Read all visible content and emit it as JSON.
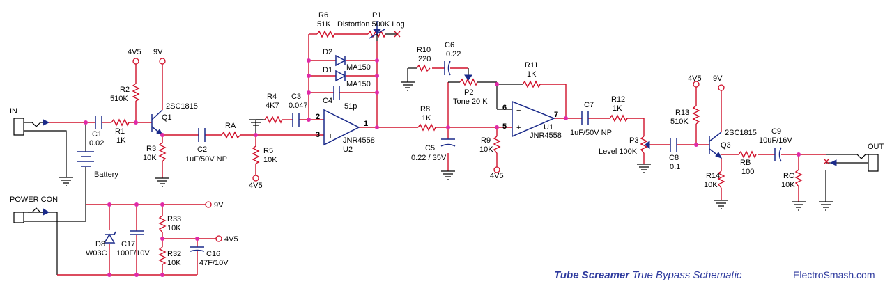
{
  "title": {
    "bold": "Tube Screamer",
    "rest": "True Bypass Schematic"
  },
  "brand": "ElectroSmash.com",
  "connectors": {
    "input": "IN",
    "output": "OUT",
    "power": "POWER CON"
  },
  "rails": {
    "v9": "9V",
    "v45": "4V5"
  },
  "battery": "Battery",
  "parts": {
    "C1": {
      "ref": "C1",
      "val": "0.02"
    },
    "R1": {
      "ref": "R1",
      "val": "1K"
    },
    "R2": {
      "ref": "R2",
      "val": "510K"
    },
    "Q1": {
      "ref": "Q1",
      "type": "2SC1815"
    },
    "R3": {
      "ref": "R3",
      "val": "10K"
    },
    "C2": {
      "ref": "C2",
      "val": "1uF/50V NP"
    },
    "RA": {
      "ref": "RA"
    },
    "R5": {
      "ref": "R5",
      "val": "10K"
    },
    "R4": {
      "ref": "R4",
      "val": "4K7"
    },
    "C3": {
      "ref": "C3",
      "val": "0.047"
    },
    "R6": {
      "ref": "R6",
      "val": "51K"
    },
    "P1": {
      "ref": "P1",
      "val": "Distortion 500K Log"
    },
    "D2": {
      "ref": "D2",
      "val": "MA150"
    },
    "D1": {
      "ref": "D1",
      "val": "MA150"
    },
    "C4": {
      "ref": "C4",
      "val": "51p"
    },
    "U2": {
      "ref": "U2",
      "type": "JNR4558"
    },
    "R8": {
      "ref": "R8",
      "val": "1K"
    },
    "C5": {
      "ref": "C5",
      "val": "0.22 / 35V"
    },
    "R10": {
      "ref": "R10",
      "val": "220"
    },
    "C6": {
      "ref": "C6",
      "val": "0.22"
    },
    "P2": {
      "ref": "P2",
      "val": "Tone 20 K"
    },
    "R9": {
      "ref": "R9",
      "val": "10K"
    },
    "R11": {
      "ref": "R11",
      "val": "1K"
    },
    "U1": {
      "ref": "U1",
      "type": "JNR4558"
    },
    "C7": {
      "ref": "C7",
      "val": "1uF/50V NP"
    },
    "R12": {
      "ref": "R12",
      "val": "1K"
    },
    "P3": {
      "ref": "P3",
      "val": "Level 100K"
    },
    "C8": {
      "ref": "C8",
      "val": "0.1"
    },
    "R13": {
      "ref": "R13",
      "val": "510K"
    },
    "Q3": {
      "ref": "Q3",
      "type": "2SC1815"
    },
    "RB": {
      "ref": "RB",
      "val": "100"
    },
    "C9": {
      "ref": "C9",
      "val": "10uF/16V"
    },
    "RC": {
      "ref": "RC",
      "val": "10K"
    },
    "R14": {
      "ref": "R14",
      "val": "10K"
    },
    "D8": {
      "ref": "D8",
      "val": "W03C"
    },
    "C17": {
      "ref": "C17",
      "val": "100F/10V"
    },
    "R33": {
      "ref": "R33",
      "val": "10K"
    },
    "R32": {
      "ref": "R32",
      "val": "10K"
    },
    "C16": {
      "ref": "C16",
      "val": "47F/10V"
    }
  },
  "pins": {
    "u2_inv": "2",
    "u2_noninv": "3",
    "u2_out": "1",
    "u1_inv": "6",
    "u1_noninv": "5",
    "u1_out": "7"
  }
}
